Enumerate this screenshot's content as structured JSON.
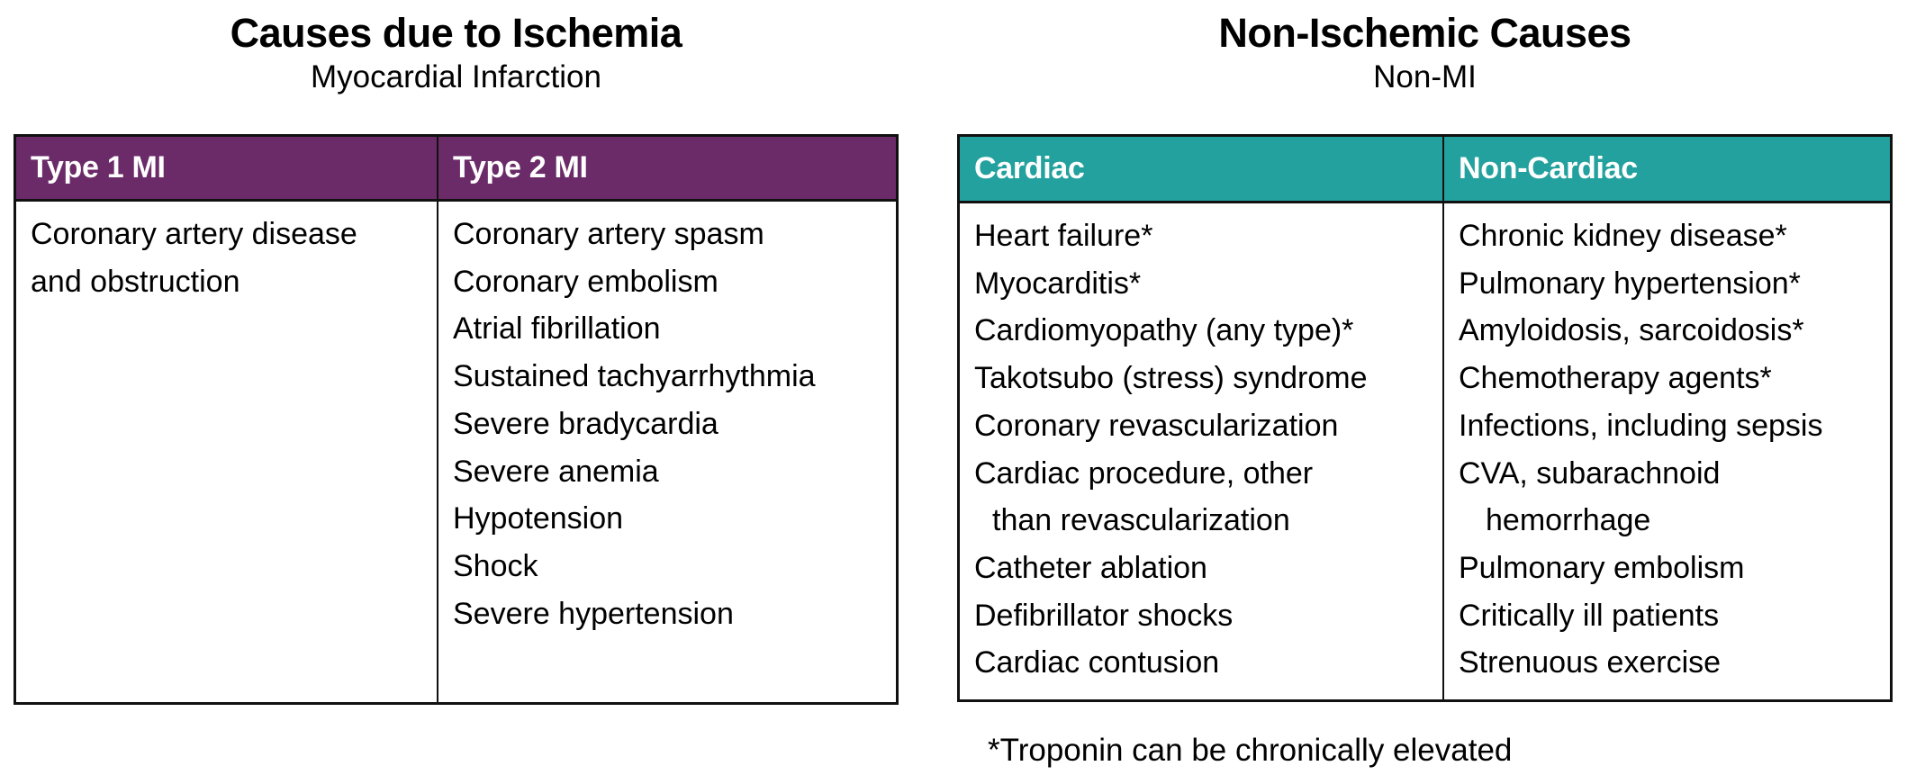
{
  "ischemic": {
    "title": "Causes due to Ischemia",
    "subtitle": "Myocardial Infarction",
    "header_color": "#6B2A68",
    "columns": [
      {
        "header": "Type 1 MI",
        "items": [
          "Coronary artery disease",
          "and obstruction"
        ]
      },
      {
        "header": "Type 2 MI",
        "items": [
          "Coronary artery spasm",
          "Coronary embolism",
          "Atrial fibrillation",
          "Sustained tachyarrhythmia",
          "Severe bradycardia",
          "Severe anemia",
          "Hypotension",
          "Shock",
          "Severe hypertension"
        ]
      }
    ]
  },
  "non_ischemic": {
    "title": "Non-Ischemic Causes",
    "subtitle": "Non-MI",
    "header_color": "#22A19E",
    "columns": [
      {
        "header": "Cardiac",
        "items": [
          "Heart failure*",
          "Myocarditis*",
          "Cardiomyopathy (any type)*",
          "Takotsubo (stress) syndrome",
          "Coronary revascularization",
          "Cardiac procedure, other",
          "than revascularization",
          "Catheter ablation",
          "Defibrillator shocks",
          "Cardiac contusion"
        ]
      },
      {
        "header": "Non-Cardiac",
        "items": [
          "Chronic kidney disease*",
          "Pulmonary hypertension*",
          "Amyloidosis, sarcoidosis*",
          "Chemotherapy agents*",
          "Infections, including sepsis",
          "CVA, subarachnoid",
          "hemorrhage",
          "Pulmonary embolism",
          "Critically ill patients",
          "Strenuous exercise"
        ]
      }
    ]
  },
  "footnote": "*Troponin can be chronically elevated"
}
